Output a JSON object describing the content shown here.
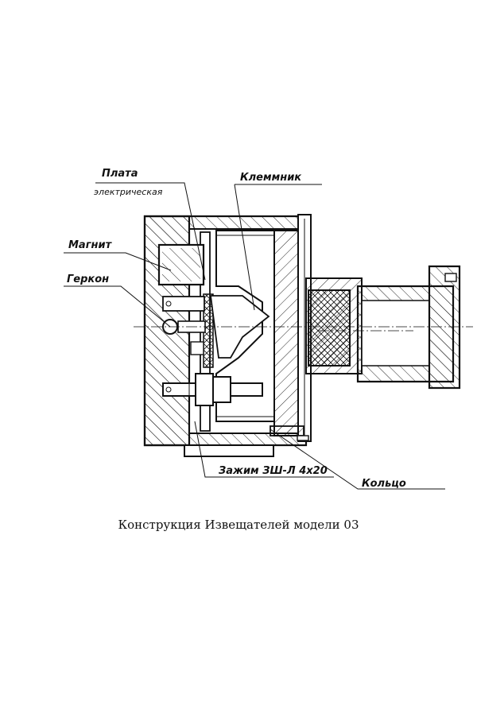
{
  "labels": {
    "plata_line1": "Плата",
    "plata_line2": "электрическая",
    "klemmnik": "Клеммник",
    "magnit": "Магнит",
    "gerkon": "Геркон",
    "zazhim": "Зажим ЗШ-Л 4х20",
    "koltso": "Кольцо"
  },
  "caption": "Конструкция Извещателей модели 03"
}
